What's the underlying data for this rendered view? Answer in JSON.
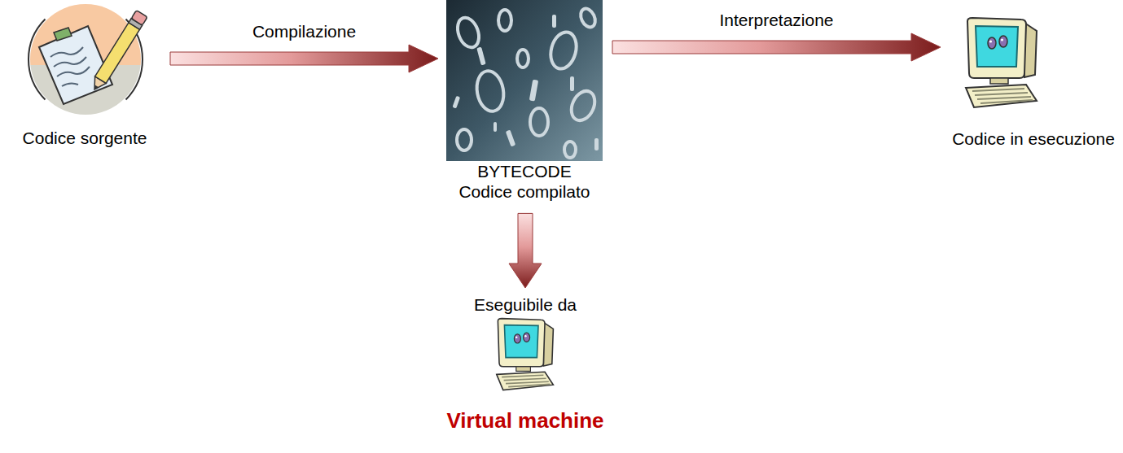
{
  "diagram": {
    "nodes": [
      {
        "text": [
          "Codice sorgente"
        ]
      },
      {
        "text": [
          "BYTECODE",
          "Codice compilato"
        ]
      },
      {
        "text": [
          "Codice in esecuzione"
        ]
      },
      {
        "text": [
          "Virtual machine"
        ]
      }
    ],
    "edges": [
      {
        "from": 0,
        "to": 1,
        "arrow": "to",
        "label": "Compilazione"
      },
      {
        "from": 1,
        "to": 2,
        "arrow": "to",
        "label": "Interpretazione"
      },
      {
        "from": 1,
        "to": 3,
        "arrow": "to",
        "label": "Eseguibile da"
      }
    ]
  }
}
